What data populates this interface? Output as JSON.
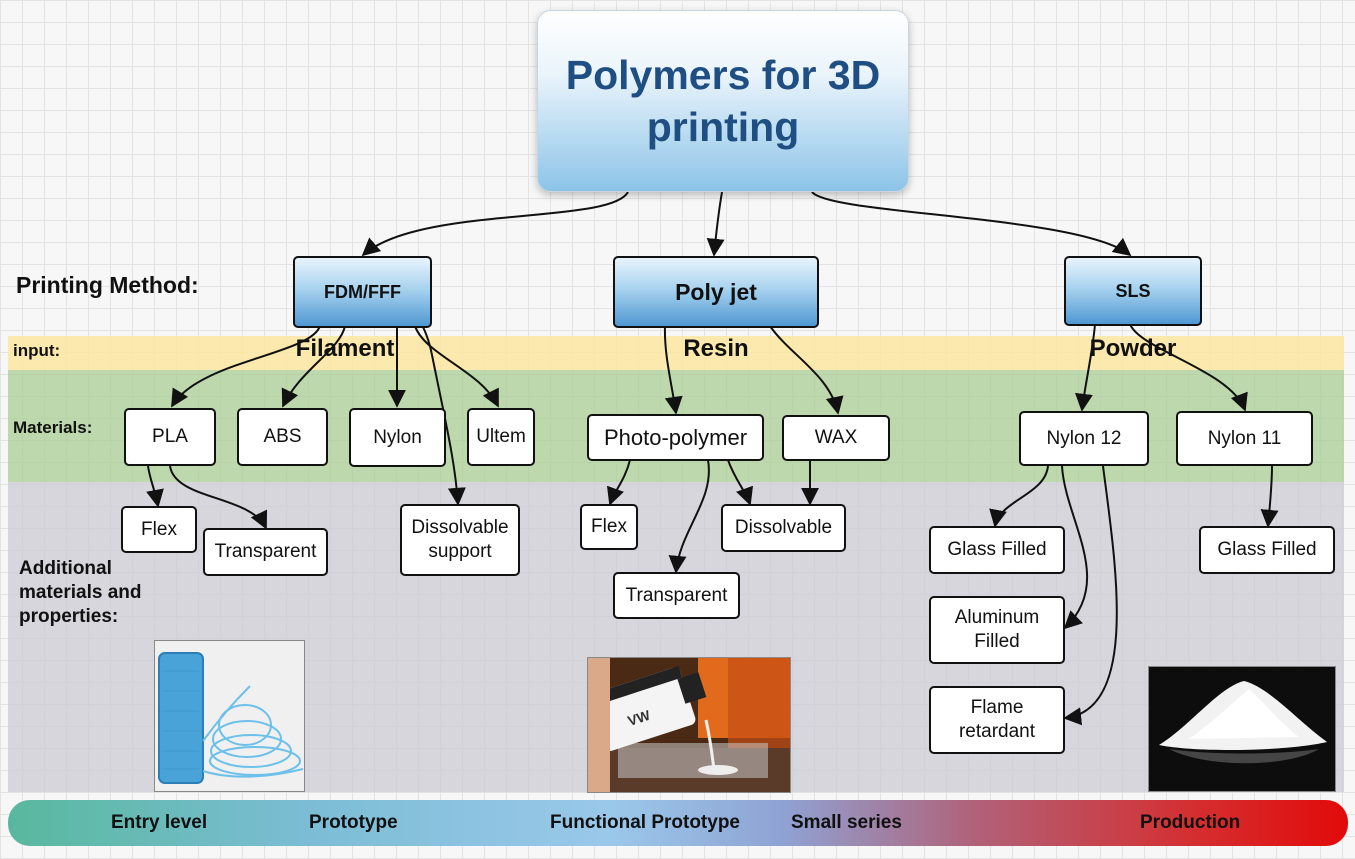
{
  "title": "Polymers for 3D printing",
  "row_labels": {
    "printing_method": "Printing Method:",
    "input": "input:",
    "materials": "Materials:",
    "additional": "Additional materials and properties:"
  },
  "methods": {
    "fdm": {
      "name": "FDM/FFF",
      "input": "Filament"
    },
    "polyjet": {
      "name": "Poly jet",
      "input": "Resin"
    },
    "sls": {
      "name": "SLS",
      "input": "Powder"
    }
  },
  "materials": {
    "pla": "PLA",
    "abs": "ABS",
    "nylon": "Nylon",
    "ultem": "Ultem",
    "photopolymer": "Photo-polymer",
    "wax": "WAX",
    "nylon12": "Nylon 12",
    "nylon11": "Nylon 11"
  },
  "additional": {
    "flex_fdm": "Flex",
    "transparent_fdm": "Transparent",
    "dissolvable_support": "Dissolvable support",
    "flex_resin": "Flex",
    "dissolvable": "Dissolvable",
    "transparent_resin": "Transparent",
    "glass_filled_12": "Glass Filled",
    "aluminum_filled": "Aluminum Filled",
    "flame_retardant": "Flame retardant",
    "glass_filled_11": "Glass Filled"
  },
  "scale": [
    "Entry level",
    "Prototype",
    "Functional Prototype",
    "Small series",
    "Production"
  ],
  "colors": {
    "band_input": "#fde6a0",
    "band_materials": "#abcd94",
    "band_additional": "#cdcbd4",
    "title_text": "#1f4f82",
    "method_fill": "#4f98d3",
    "scale_start": "#58b89d",
    "scale_end": "#e20a0a"
  },
  "icons": {
    "filament_photo": "filament-spool-image",
    "resin_photo": "resin-bottle-image",
    "powder_photo": "powder-pile-image"
  }
}
